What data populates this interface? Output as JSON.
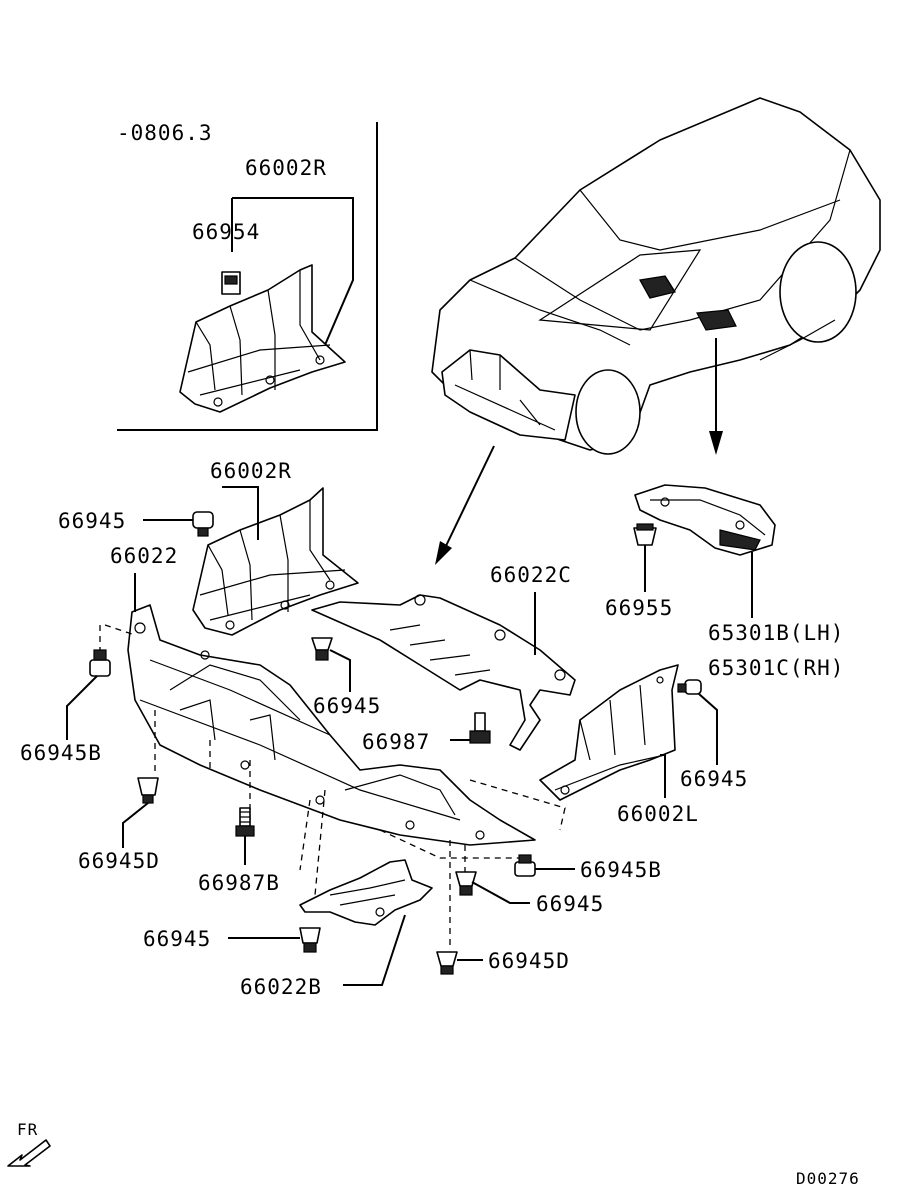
{
  "inset": {
    "date_code": "-0806.3",
    "labels": [
      "66002R",
      "66954"
    ]
  },
  "labels": {
    "l_66002R": "66002R",
    "l_66945_top": "66945",
    "l_66022": "66022",
    "l_66945B_left": "66945B",
    "l_66945D_left": "66945D",
    "l_66987B": "66987B",
    "l_66945_mid": "66945",
    "l_66987": "66987",
    "l_66022C": "66022C",
    "l_66955": "66955",
    "l_65301B": "65301B(LH)",
    "l_65301C": "65301C(RH)",
    "l_66945_right": "66945",
    "l_66002L": "66002L",
    "l_66945B_right": "66945B",
    "l_66945_bottom": "66945",
    "l_66945_lowleft": "66945",
    "l_66945D_bottom": "66945D",
    "l_66022B": "66022B"
  },
  "front_indicator": "FR",
  "diagram_code": "D00276",
  "icons": [
    "vehicle-outline",
    "fr-arrow-icon"
  ]
}
